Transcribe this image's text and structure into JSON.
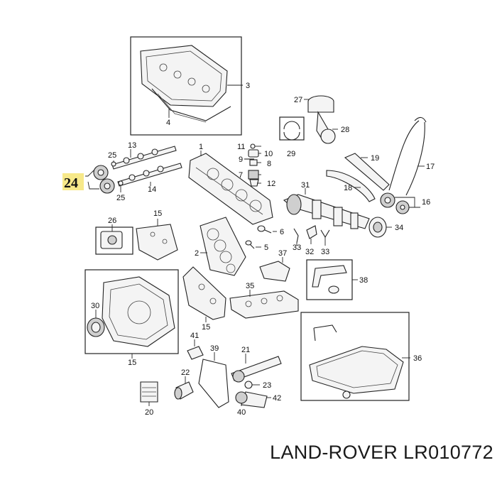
{
  "diagram": {
    "highlight": {
      "label": "24",
      "color": "#f7e98a"
    },
    "labels": {
      "l3": "3",
      "l4": "4",
      "l27": "27",
      "l28": "28",
      "l29": "29",
      "l11": "11",
      "l10": "10",
      "l9": "9",
      "l8": "8",
      "l7": "7",
      "l12": "12",
      "l13": "13",
      "l25a": "25",
      "l25b": "25",
      "l14": "14",
      "l19": "19",
      "l17": "17",
      "l18": "18",
      "l16": "16",
      "l34": "34",
      "l31": "31",
      "l26": "26",
      "l15a": "15",
      "l2": "2",
      "l6": "6",
      "l5": "5",
      "l32": "32",
      "l33a": "33",
      "l33b": "33",
      "l37": "37",
      "l38": "38",
      "l30": "30",
      "l35": "35",
      "l15b": "15",
      "l15c": "15",
      "l36": "36",
      "l41": "41",
      "l39": "39",
      "l21": "21",
      "l22": "22",
      "l23": "23",
      "l42": "42",
      "l40": "40",
      "l20": "20",
      "l1": "1"
    }
  },
  "caption": {
    "text": "LAND-ROVER LR010772"
  }
}
